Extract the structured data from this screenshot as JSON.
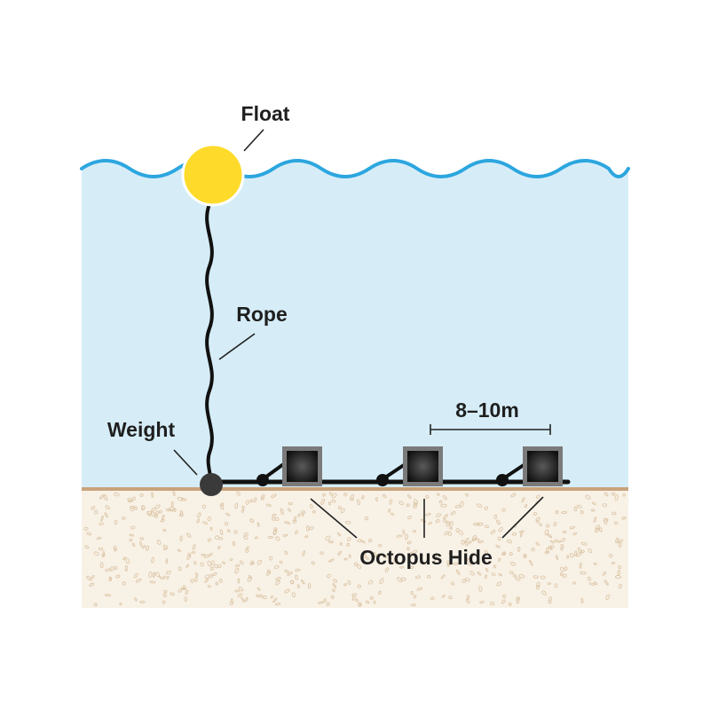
{
  "labels": {
    "float": "Float",
    "rope": "Rope",
    "weight": "Weight",
    "spacing": "8–10m",
    "hide": "Octopus Hide"
  },
  "colors": {
    "water": "#d6edf8",
    "wave": "#2ca6df",
    "float": "#fedb2b",
    "seabed_line": "#c9a37b",
    "sand": "#f8f1e6",
    "sand_speckle": "#dcc6a6",
    "rope": "#111111",
    "weight": "#3a3a3a",
    "hide_frame": "#7a7a7a",
    "hide_inner": "#1c1c1c",
    "leader": "#222222"
  }
}
